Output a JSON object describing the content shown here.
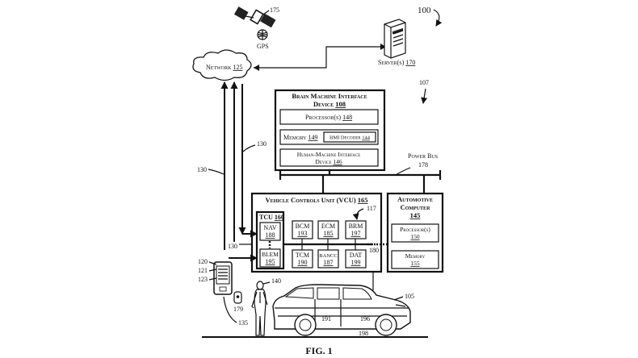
{
  "figure": {
    "ref_main": "100",
    "ref_107": "107",
    "caption": "FIG. 1"
  },
  "gps": {
    "label": "GPS",
    "ref": "175"
  },
  "network": {
    "label": "Network",
    "ref": "125"
  },
  "server": {
    "label": "Server(s)",
    "ref": "170"
  },
  "bmi": {
    "title_line1": "Brain Machine Interface",
    "title_line2": "Device",
    "ref": "108",
    "processor_label": "Processor(s)",
    "processor_ref": "148",
    "memory_label": "Memory",
    "memory_ref": "149",
    "decoder_label": "BMI Decoder",
    "decoder_ref": "144",
    "hmi_line1": "Human-Machine Interface",
    "hmi_line2": "Device",
    "hmi_ref": "146"
  },
  "power_bus": {
    "label": "Power Bus",
    "ref": "178"
  },
  "vcu": {
    "title": "Vehicle Controls Unit (VCU)",
    "ref": "165",
    "ref_117": "117",
    "ref_180": "180",
    "tcu_label": "TCU",
    "tcu_ref": "160",
    "modules": [
      {
        "name": "NAV",
        "ref": "188"
      },
      {
        "name": "BLEM",
        "ref": "195"
      },
      {
        "name": "BCM",
        "ref": "193"
      },
      {
        "name": "ECM",
        "ref": "185"
      },
      {
        "name": "BRM",
        "ref": "197"
      },
      {
        "name": "TCM",
        "ref": "190"
      },
      {
        "name": "BANCC",
        "ref": "187"
      },
      {
        "name": "DAT",
        "ref": "199"
      }
    ]
  },
  "auto_computer": {
    "title_line1": "Automotive",
    "title_line2": "Computer",
    "ref": "145",
    "processor_label": "Processor(s)",
    "processor_ref": "150",
    "memory_label": "Memory",
    "memory_ref": "155"
  },
  "links": {
    "ref_130a": "130",
    "ref_130b": "130",
    "ref_130c": "130"
  },
  "device_refs": {
    "r120": "120",
    "r121": "121",
    "r123": "123",
    "r135": "135",
    "r179": "179"
  },
  "person_ref": "140",
  "vehicle_refs": {
    "r105": "105",
    "r191": "191",
    "r196": "196",
    "r198": "198"
  }
}
